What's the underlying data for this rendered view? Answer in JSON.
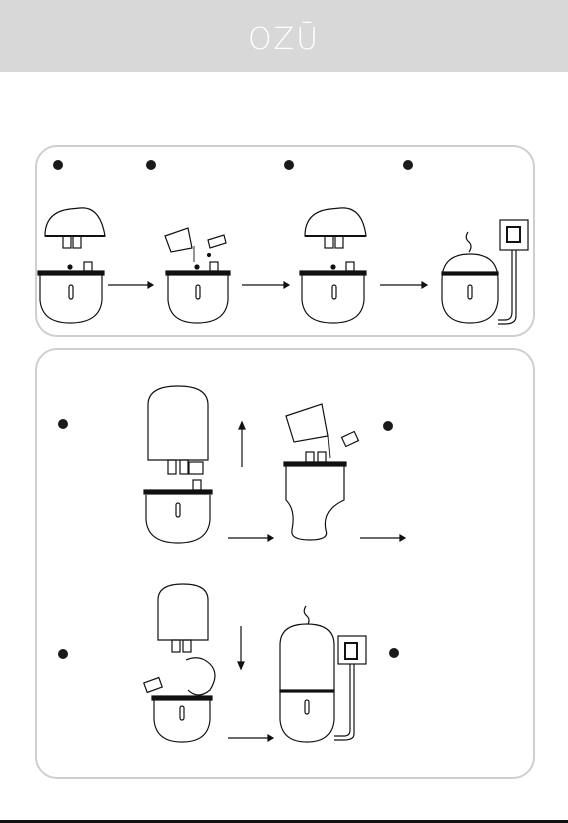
{
  "header": {
    "logo_text": "OZŪ"
  },
  "colors": {
    "header_bg": "#d8d8d8",
    "line": "#111111",
    "panel_border": "#cfcfcf"
  },
  "panel_top": {
    "step_count": 4
  },
  "panel_bottom": {
    "step_count": 4
  }
}
